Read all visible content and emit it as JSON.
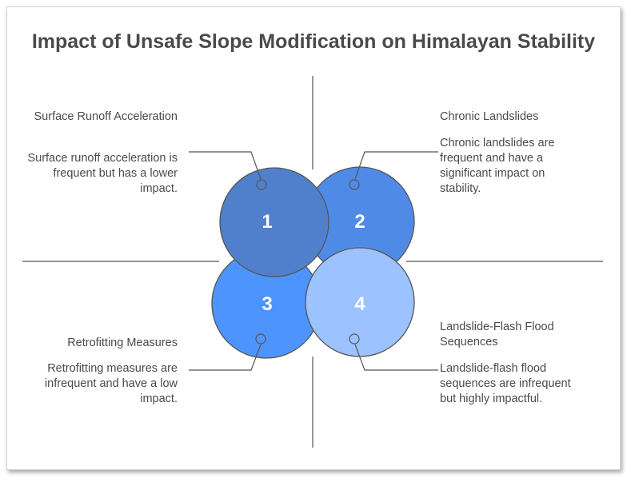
{
  "title": "Impact of Unsafe Slope Modification on Himalayan Stability",
  "quadrants": [
    {
      "number": "1",
      "heading": "Surface Runoff Acceleration",
      "description": "Surface runoff acceleration is frequent but has a lower impact.",
      "color": "#5080cc"
    },
    {
      "number": "2",
      "heading": "Chronic Landslides",
      "description": "Chronic landslides are frequent and have a significant impact on stability.",
      "color": "#4f8be6"
    },
    {
      "number": "3",
      "heading": "Retrofitting Measures",
      "description": "Retrofitting measures are infrequent and have a low impact.",
      "color": "#4d94ff"
    },
    {
      "number": "4",
      "heading": "Landslide-Flash Flood Sequences",
      "description": "Landslide-flash flood sequences are infrequent but highly impactful.",
      "color": "#9cc2ff"
    }
  ]
}
